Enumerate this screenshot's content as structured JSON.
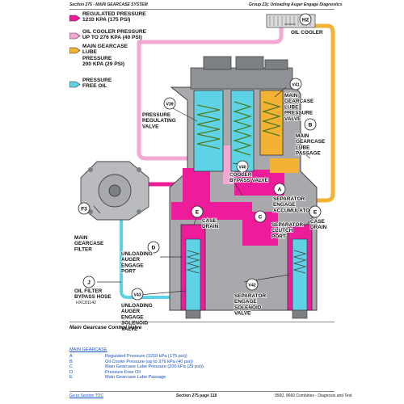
{
  "header": {
    "left": "Section 275 - MAIN GEARCASE SYSTEM",
    "right": "Group 23j: Unloading Auger Engage Diagnostics"
  },
  "legend": [
    {
      "lines": [
        "REGULATED PRESSURE",
        "1210 kPa (175 psi)"
      ],
      "color": "#ec1c9a"
    },
    {
      "lines": [
        "OIL COOLER PRESSURE",
        "UP TO 276 kPa (40 psi)"
      ],
      "color": "#f6a8d5"
    },
    {
      "lines": [
        "MAIN GEARCASE",
        "LUBE",
        "PRESSURE",
        "200 kPa (29 psi)"
      ],
      "color": "#f3b233"
    },
    {
      "lines": [
        "PRESSURE",
        "FREE OIL"
      ],
      "color": "#5fd3e6"
    }
  ],
  "colors": {
    "regulated": "#ec1c9a",
    "cooler": "#f6a8d5",
    "lube": "#f3b233",
    "free": "#5fd3e6",
    "body": "#a7a9ac",
    "body_dark": "#7c7f83"
  },
  "callouts": [
    {
      "letter": "H2",
      "label": [
        "OIL COOLER"
      ]
    },
    {
      "letter": "V41",
      "label": [
        "MAIN",
        "GEARCASE",
        "LUBE",
        "PRESSURE",
        "VALVE"
      ]
    },
    {
      "letter": "V39",
      "label": [
        "PRESSURE",
        "REGULATING",
        "VALVE"
      ]
    },
    {
      "letter": "B",
      "label": [
        "MAIN",
        "GEARCASE",
        "LUBE",
        "PASSAGE"
      ]
    },
    {
      "letter": "V40",
      "label": [
        "COOLER",
        "BYPASS VALVE"
      ]
    },
    {
      "letter": "A",
      "label": [
        "SEPARATOR",
        "ENGAGE",
        "ACCUMULATOR"
      ]
    },
    {
      "letter": "E",
      "label": [
        "CASE",
        "DRAIN"
      ]
    },
    {
      "letter": "C",
      "label": [
        "SEPARATOR",
        "CLUTCH",
        "PORT"
      ]
    },
    {
      "letter": "E",
      "label": [
        "CASE",
        "DRAIN"
      ]
    },
    {
      "letter": "F3",
      "label": [
        "MAIN",
        "GEARCASE",
        "FILTER"
      ]
    },
    {
      "letter": "D",
      "label": [
        "UNLOADING",
        "AUGER",
        "ENGAGE",
        "PORT"
      ]
    },
    {
      "letter": "J",
      "label": [
        "OIL FILTER",
        "BYPASS HOSE"
      ]
    },
    {
      "letter": "V42",
      "label": [
        "SEPARATOR",
        "ENGAGE",
        "SOLENOID",
        "VALVE"
      ]
    },
    {
      "letter": "V43",
      "label": [
        "UNLOADING",
        "AUGER",
        "ENGAGE",
        "SOLENOID",
        "VALVE"
      ]
    }
  ],
  "figure_id": "HXC81142",
  "caption": "Main Gearcase Control Valve",
  "key": {
    "heading": "MAIN GEARCASE",
    "rows": [
      {
        "letter": "A",
        "text": "Regulated Pressure (1210 kPa (175 psi))"
      },
      {
        "letter": "B",
        "text": "Oil Cooler Pressure (up to 276 kPa (40 psi))"
      },
      {
        "letter": "C",
        "text": "Main Gearcase Lube Pressure (200 kPa (29 psi))"
      },
      {
        "letter": "D",
        "text": "Pressure Free Oil"
      },
      {
        "letter": "E",
        "text": "Main Gearcase Lube Passage"
      }
    ]
  },
  "footer": {
    "link": "Go to Section TOC",
    "mid": "Section 275 page 118",
    "right": "9560, 9660 Combines - Diagnosis and Test"
  }
}
